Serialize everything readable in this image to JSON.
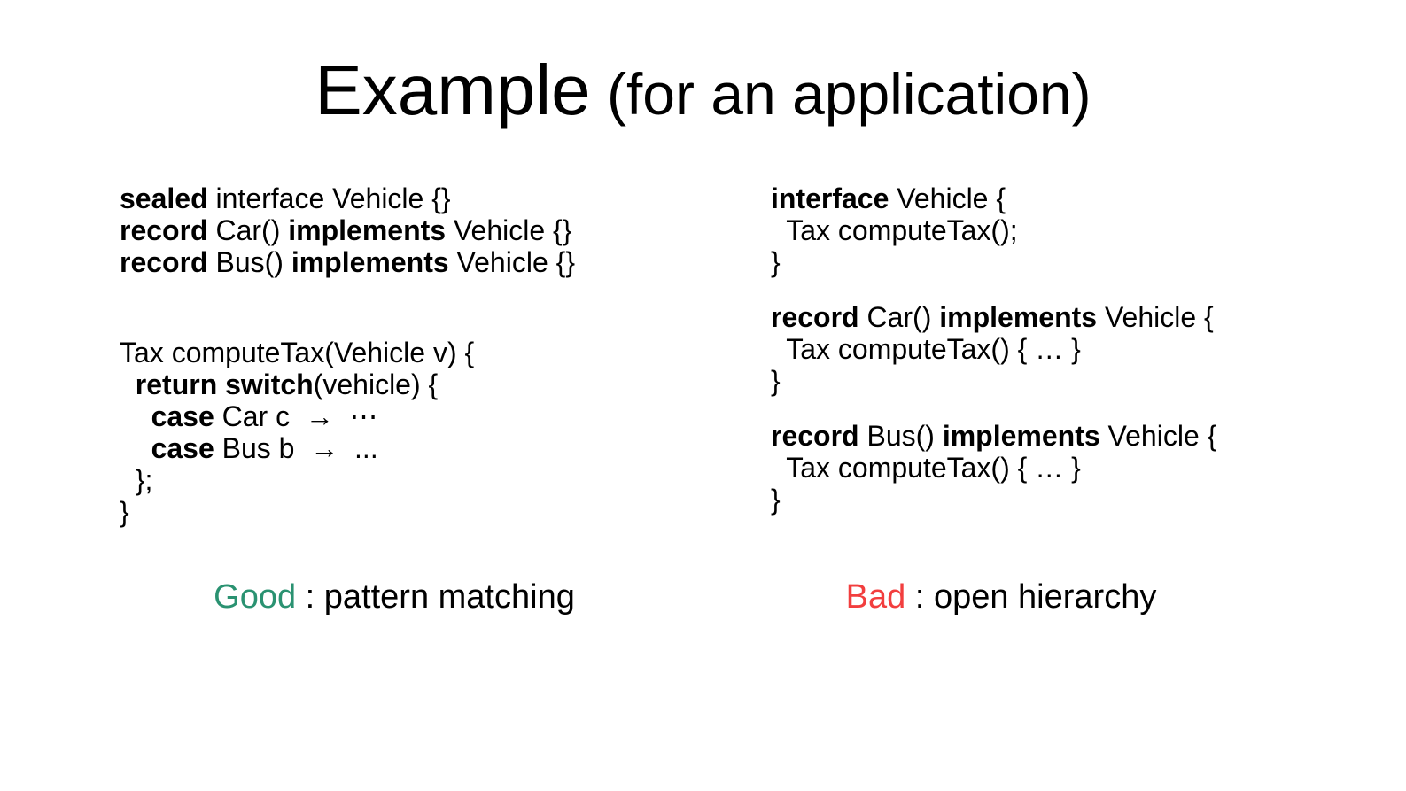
{
  "slide": {
    "title": {
      "main": "Example",
      "suffix": " (for an application)"
    },
    "left": {
      "blocks": [
        {
          "lines": [
            [
              {
                "t": "sealed",
                "b": 1
              },
              {
                "t": " interface Vehicle {}"
              }
            ],
            [
              {
                "t": "record",
                "b": 1
              },
              {
                "t": " Car() "
              },
              {
                "t": "implements",
                "b": 1
              },
              {
                "t": " Vehicle {}"
              }
            ],
            [
              {
                "t": "record",
                "b": 1
              },
              {
                "t": " Bus() "
              },
              {
                "t": "implements",
                "b": 1
              },
              {
                "t": " Vehicle {}"
              }
            ]
          ]
        },
        {
          "lines": [
            [
              {
                "t": "Tax computeTax(Vehicle v) {"
              }
            ],
            [
              {
                "t": "  "
              },
              {
                "t": "return switch",
                "b": 1
              },
              {
                "t": "(vehicle) {"
              }
            ],
            [
              {
                "t": "    "
              },
              {
                "t": "case",
                "b": 1
              },
              {
                "t": " Car c  →  ⋯"
              }
            ],
            [
              {
                "t": "    "
              },
              {
                "t": "case",
                "b": 1
              },
              {
                "t": " Bus b  →  ..."
              }
            ],
            [
              {
                "t": "  };"
              }
            ],
            [
              {
                "t": "}"
              }
            ]
          ]
        }
      ],
      "caption": {
        "word": "Good",
        "rest": " : pattern matching",
        "color": "#2a9271"
      }
    },
    "right": {
      "blocks": [
        {
          "lines": [
            [
              {
                "t": "interface",
                "b": 1
              },
              {
                "t": " Vehicle {"
              }
            ],
            [
              {
                "t": "  Tax computeTax();"
              }
            ],
            [
              {
                "t": "}"
              }
            ]
          ]
        },
        {
          "lines": [
            [
              {
                "t": "record",
                "b": 1
              },
              {
                "t": " Car() "
              },
              {
                "t": "implements",
                "b": 1
              },
              {
                "t": " Vehicle {"
              }
            ],
            [
              {
                "t": "  Tax computeTax() { … }"
              }
            ],
            [
              {
                "t": "}"
              }
            ]
          ]
        },
        {
          "lines": [
            [
              {
                "t": "record",
                "b": 1
              },
              {
                "t": " Bus() "
              },
              {
                "t": "implements",
                "b": 1
              },
              {
                "t": " Vehicle {"
              }
            ],
            [
              {
                "t": "  Tax computeTax() { … }"
              }
            ],
            [
              {
                "t": "}"
              }
            ]
          ]
        }
      ],
      "caption": {
        "word": "Bad",
        "rest": " : open hierarchy",
        "color": "#f23e3e"
      }
    }
  }
}
